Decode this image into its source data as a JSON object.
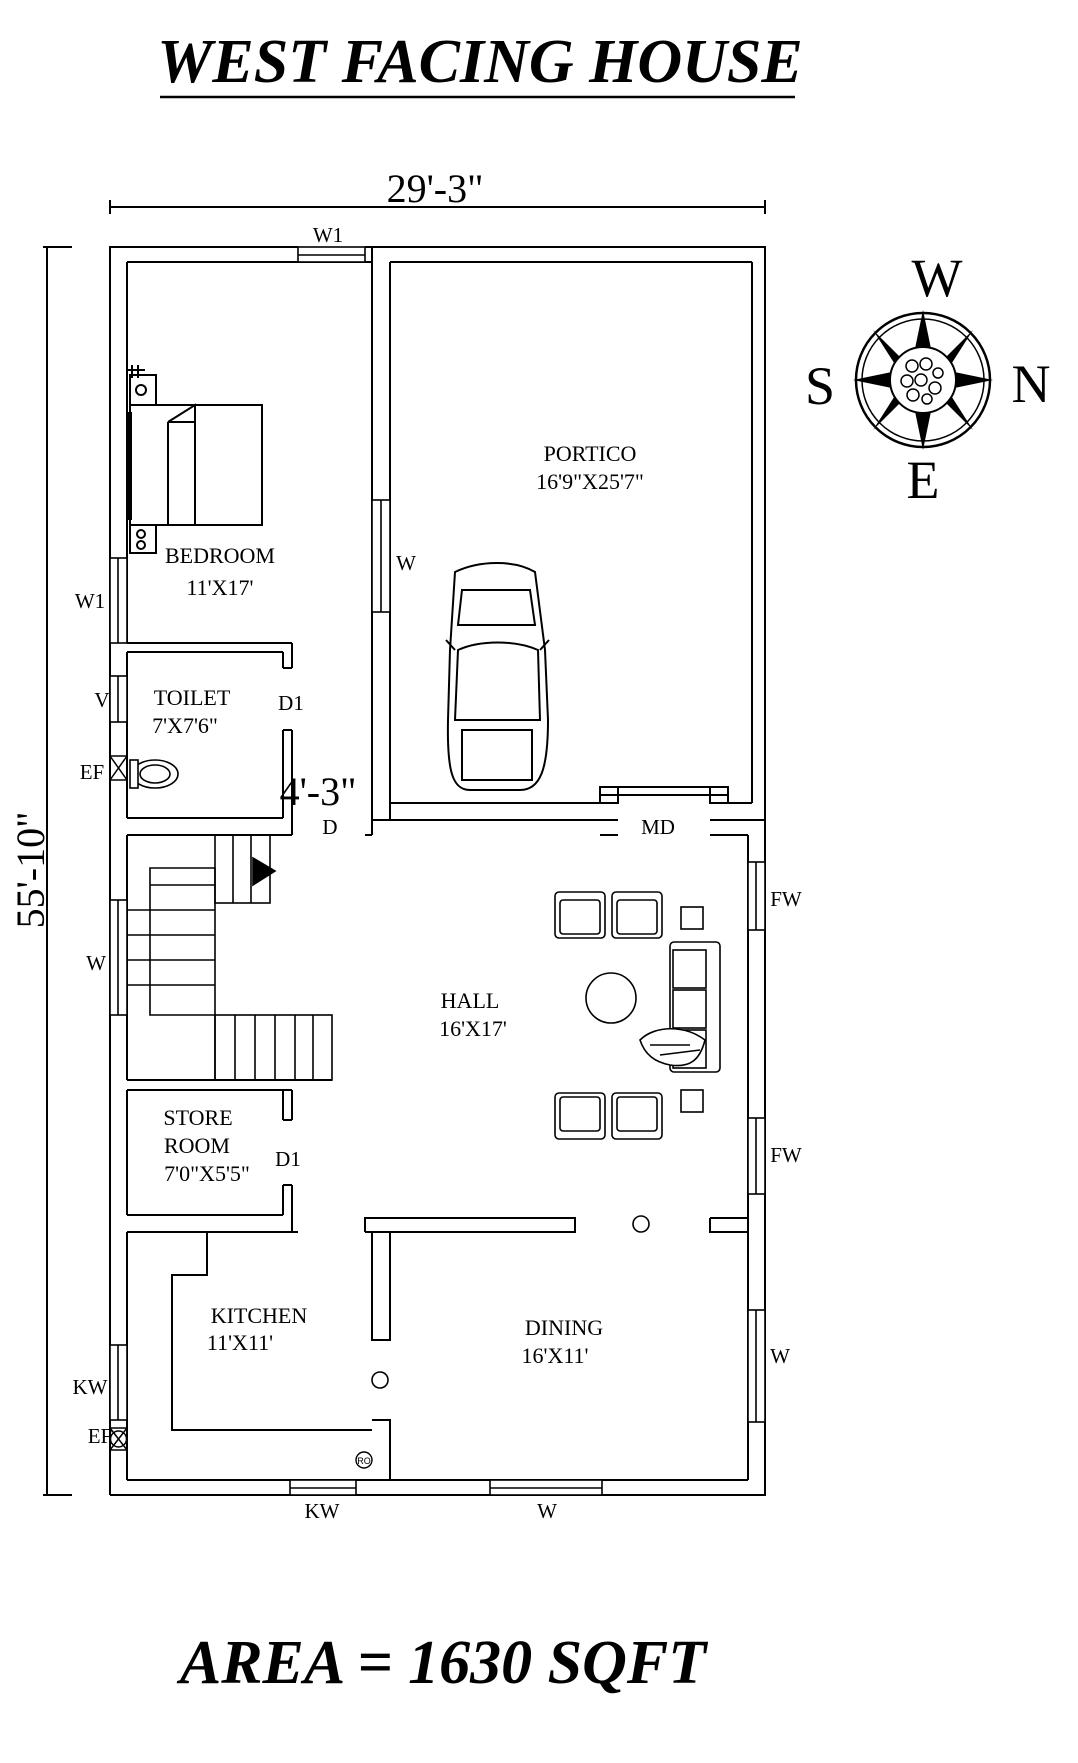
{
  "title": "WEST FACING HOUSE",
  "area_text": "AREA = 1630 SQFT",
  "dimensions": {
    "width": "29'-3\"",
    "height": "55'-10\"",
    "passage": "4'-3\""
  },
  "compass": {
    "top": "W",
    "left": "S",
    "right": "N",
    "bottom": "E"
  },
  "rooms": {
    "portico": {
      "name": "PORTICO",
      "size": "16'9\"X25'7\""
    },
    "bedroom": {
      "name": "BEDROOM",
      "size": "11'X17'"
    },
    "toilet": {
      "name": "TOILET",
      "size": "7'X7'6\""
    },
    "hall": {
      "name": "HALL",
      "size": "16'X17'"
    },
    "store": {
      "name_line1": "STORE",
      "name_line2": "ROOM",
      "size": "7'0\"X5'5\""
    },
    "kitchen": {
      "name": "KITCHEN",
      "size": "11'X11'"
    },
    "dining": {
      "name": "DINING",
      "size": "16'X11'"
    }
  },
  "openings": {
    "w1_top": "W1",
    "w1_left": "W1",
    "w_portico": "W",
    "v": "V",
    "ef": "EF",
    "d1_toilet": "D1",
    "d": "D",
    "md": "MD",
    "fw_1": "FW",
    "fw_2": "FW",
    "w_stair": "W",
    "d1_store": "D1",
    "kw_left": "KW",
    "ef_kitchen": "EF",
    "w_dining": "W",
    "kw_bottom": "KW",
    "w_bottom": "W",
    "ro": "RO"
  },
  "icons": [
    "car-icon",
    "bed-icon",
    "toilet-icon",
    "sofa-icon",
    "compass-icon",
    "staircase-icon"
  ]
}
